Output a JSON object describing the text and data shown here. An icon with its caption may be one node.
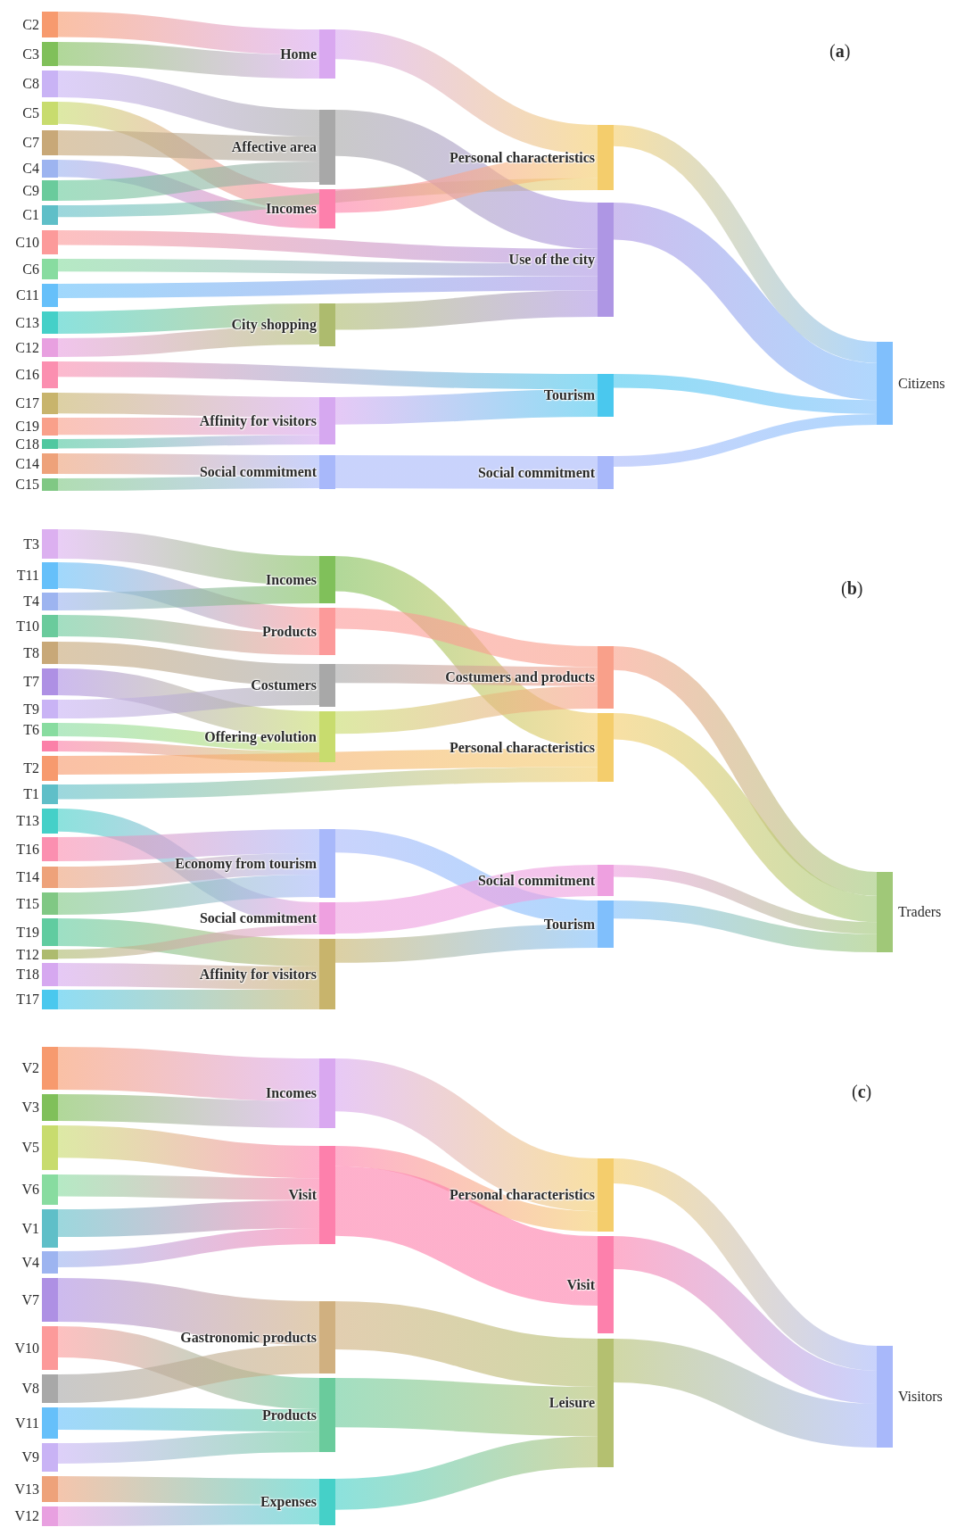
{
  "diagram": {
    "nodes": [
      {
        "text": [
          "C2"
        ]
      },
      {
        "text": [
          "C3"
        ]
      },
      {
        "text": [
          "C8"
        ]
      },
      {
        "text": [
          "C5"
        ]
      },
      {
        "text": [
          "C7"
        ]
      },
      {
        "text": [
          "C4"
        ]
      },
      {
        "text": [
          "C9"
        ]
      },
      {
        "text": [
          "C1"
        ]
      },
      {
        "text": [
          "C10"
        ]
      },
      {
        "text": [
          "C6"
        ]
      },
      {
        "text": [
          "C11"
        ]
      },
      {
        "text": [
          "C13"
        ]
      },
      {
        "text": [
          "C12"
        ]
      },
      {
        "text": [
          "C16"
        ]
      },
      {
        "text": [
          "C17"
        ]
      },
      {
        "text": [
          "C19"
        ]
      },
      {
        "text": [
          "C18"
        ]
      },
      {
        "text": [
          "C14"
        ]
      },
      {
        "text": [
          "C15"
        ]
      },
      {
        "text": [
          "Home"
        ]
      },
      {
        "text": [
          "Affective area"
        ]
      },
      {
        "text": [
          "Incomes"
        ]
      },
      {
        "text": [
          "City shopping"
        ]
      },
      {
        "text": [
          "Affinity for visitors"
        ]
      },
      {
        "text": [
          "Social commitment"
        ]
      },
      {
        "text": [
          "Personal characteristics"
        ]
      },
      {
        "text": [
          "Use of the city"
        ]
      },
      {
        "text": [
          "Tourism"
        ]
      },
      {
        "text": [
          "Social commitment"
        ]
      },
      {
        "text": [
          "Citizens"
        ]
      },
      {
        "text": [
          "T3"
        ]
      },
      {
        "text": [
          "T11"
        ]
      },
      {
        "text": [
          "T4"
        ]
      },
      {
        "text": [
          "T10"
        ]
      },
      {
        "text": [
          "T8"
        ]
      },
      {
        "text": [
          "T7"
        ]
      },
      {
        "text": [
          "T9"
        ]
      },
      {
        "text": [
          "T6"
        ]
      },
      {
        "text": [],
        "shape": "bar"
      },
      {
        "text": [
          "T2"
        ]
      },
      {
        "text": [
          "T1"
        ]
      },
      {
        "text": [
          "T13"
        ]
      },
      {
        "text": [
          "T16"
        ]
      },
      {
        "text": [
          "T14"
        ]
      },
      {
        "text": [
          "T15"
        ]
      },
      {
        "text": [
          "T19"
        ]
      },
      {
        "text": [
          "T12"
        ]
      },
      {
        "text": [
          "T18"
        ]
      },
      {
        "text": [
          "T17"
        ]
      },
      {
        "text": [
          "Incomes"
        ]
      },
      {
        "text": [
          "Products"
        ]
      },
      {
        "text": [
          "Costumers"
        ]
      },
      {
        "text": [
          "Offering evolution"
        ]
      },
      {
        "text": [
          "Economy from tourism"
        ]
      },
      {
        "text": [
          "Social commitment"
        ]
      },
      {
        "text": [
          "Affinity for visitors"
        ]
      },
      {
        "text": [
          "Costumers and products"
        ]
      },
      {
        "text": [
          "Personal characteristics"
        ]
      },
      {
        "text": [
          "Social commitment"
        ]
      },
      {
        "text": [
          "Tourism"
        ]
      },
      {
        "text": [
          "Traders"
        ]
      },
      {
        "text": [
          "V2"
        ]
      },
      {
        "text": [
          "V3"
        ]
      },
      {
        "text": [
          "V5"
        ]
      },
      {
        "text": [
          "V6"
        ]
      },
      {
        "text": [
          "V1"
        ]
      },
      {
        "text": [
          "V4"
        ]
      },
      {
        "text": [
          "V7"
        ]
      },
      {
        "text": [
          "V10"
        ]
      },
      {
        "text": [
          "V8"
        ]
      },
      {
        "text": [
          "V11"
        ]
      },
      {
        "text": [
          "V9"
        ]
      },
      {
        "text": [
          "V13"
        ]
      },
      {
        "text": [
          "V12"
        ]
      },
      {
        "text": [
          "Incomes"
        ]
      },
      {
        "text": [
          "Visit"
        ]
      },
      {
        "text": [
          "Gastronomic products"
        ]
      },
      {
        "text": [
          "Products"
        ]
      },
      {
        "text": [
          "Expenses"
        ]
      },
      {
        "text": [
          "Personal characteristics"
        ]
      },
      {
        "text": [
          "Visit"
        ]
      },
      {
        "text": [
          "Leisure"
        ]
      },
      {
        "text": [
          "Visitors"
        ]
      }
    ],
    "edges": [
      {
        "from": 0,
        "to": 19,
        "arrow": "none",
        "color": "#f79a6e"
      },
      {
        "from": 1,
        "to": 19,
        "arrow": "none",
        "color": "#80c05a"
      },
      {
        "from": 2,
        "to": 20,
        "arrow": "none",
        "color": "#c9b3f5"
      },
      {
        "from": 3,
        "to": 21,
        "arrow": "none",
        "color": "#c8dc6e"
      },
      {
        "from": 4,
        "to": 20,
        "arrow": "none",
        "color": "#c8a878"
      },
      {
        "from": 5,
        "to": 21,
        "arrow": "none",
        "color": "#9db4f0"
      },
      {
        "from": 6,
        "to": 20,
        "arrow": "none",
        "color": "#6acb9c"
      },
      {
        "from": 7,
        "to": 25,
        "arrow": "none",
        "color": "#5fbfc8"
      },
      {
        "from": 8,
        "to": 26,
        "arrow": "none",
        "color": "#fc9a9a"
      },
      {
        "from": 9,
        "to": 26,
        "arrow": "none",
        "color": "#88dca0"
      },
      {
        "from": 10,
        "to": 26,
        "arrow": "none",
        "color": "#66c0fa"
      },
      {
        "from": 11,
        "to": 22,
        "arrow": "none",
        "color": "#45d0c8"
      },
      {
        "from": 12,
        "to": 22,
        "arrow": "none",
        "color": "#e8a0e0"
      },
      {
        "from": 13,
        "to": 27,
        "arrow": "none",
        "color": "#fb8fb0"
      },
      {
        "from": 14,
        "to": 23,
        "arrow": "none",
        "color": "#c8b46c"
      },
      {
        "from": 15,
        "to": 23,
        "arrow": "none",
        "color": "#f9a08a"
      },
      {
        "from": 16,
        "to": 23,
        "arrow": "none",
        "color": "#50c8a0"
      },
      {
        "from": 17,
        "to": 24,
        "arrow": "none",
        "color": "#eea27a"
      },
      {
        "from": 18,
        "to": 24,
        "arrow": "none",
        "color": "#80c884"
      },
      {
        "from": 19,
        "to": 25,
        "arrow": "none",
        "color": "#d9a8f0"
      },
      {
        "from": 20,
        "to": 26,
        "arrow": "none",
        "color": "#a8a8a8"
      },
      {
        "from": 21,
        "to": 25,
        "arrow": "none",
        "color": "#fd80ac"
      },
      {
        "from": 22,
        "to": 26,
        "arrow": "none",
        "color": "#adbb6e"
      },
      {
        "from": 23,
        "to": 27,
        "arrow": "none",
        "color": "#d6a8f0"
      },
      {
        "from": 24,
        "to": 28,
        "arrow": "none",
        "color": "#a8b8fa"
      },
      {
        "from": 25,
        "to": 29,
        "arrow": "none",
        "color": "#f4cd6c"
      },
      {
        "from": 26,
        "to": 29,
        "arrow": "none",
        "color": "#ae96e4"
      },
      {
        "from": 27,
        "to": 29,
        "arrow": "none",
        "color": "#4ac8ee"
      },
      {
        "from": 28,
        "to": 29,
        "arrow": "none",
        "color": "#a8b8fa"
      },
      {
        "from": 30,
        "to": 49,
        "arrow": "none",
        "color": "#dcb0f0"
      },
      {
        "from": 31,
        "to": 50,
        "arrow": "none",
        "color": "#66c0fa"
      },
      {
        "from": 32,
        "to": 49,
        "arrow": "none",
        "color": "#9db4f0"
      },
      {
        "from": 33,
        "to": 50,
        "arrow": "none",
        "color": "#6acb9c"
      },
      {
        "from": 34,
        "to": 51,
        "arrow": "none",
        "color": "#c8a878"
      },
      {
        "from": 35,
        "to": 52,
        "arrow": "none",
        "color": "#ae90e4"
      },
      {
        "from": 36,
        "to": 51,
        "arrow": "none",
        "color": "#c9b3f5"
      },
      {
        "from": 37,
        "to": 52,
        "arrow": "none",
        "color": "#88dca0"
      },
      {
        "from": 38,
        "to": 52,
        "arrow": "none",
        "color": "#fb80a8"
      },
      {
        "from": 39,
        "to": 57,
        "arrow": "none",
        "color": "#f79a6e"
      },
      {
        "from": 40,
        "to": 57,
        "arrow": "none",
        "color": "#5fbfc8"
      },
      {
        "from": 41,
        "to": 54,
        "arrow": "none",
        "color": "#45d0c8"
      },
      {
        "from": 42,
        "to": 53,
        "arrow": "none",
        "color": "#fb8fb0"
      },
      {
        "from": 43,
        "to": 53,
        "arrow": "none",
        "color": "#eea27a"
      },
      {
        "from": 44,
        "to": 53,
        "arrow": "none",
        "color": "#80c884"
      },
      {
        "from": 45,
        "to": 55,
        "arrow": "none",
        "color": "#60cca0"
      },
      {
        "from": 46,
        "to": 54,
        "arrow": "none",
        "color": "#adbb6e"
      },
      {
        "from": 47,
        "to": 55,
        "arrow": "none",
        "color": "#d6a8f0"
      },
      {
        "from": 48,
        "to": 55,
        "arrow": "none",
        "color": "#4ac8ee"
      },
      {
        "from": 49,
        "to": 57,
        "arrow": "none",
        "color": "#80c05a"
      },
      {
        "from": 50,
        "to": 56,
        "arrow": "none",
        "color": "#fc9a9a"
      },
      {
        "from": 51,
        "to": 56,
        "arrow": "none",
        "color": "#a8a8a8"
      },
      {
        "from": 52,
        "to": 56,
        "arrow": "none",
        "color": "#c8dc6e"
      },
      {
        "from": 53,
        "to": 59,
        "arrow": "none",
        "color": "#a8b8fa"
      },
      {
        "from": 54,
        "to": 58,
        "arrow": "none",
        "color": "#eea0e0"
      },
      {
        "from": 55,
        "to": 59,
        "arrow": "none",
        "color": "#c8b46c"
      },
      {
        "from": 56,
        "to": 60,
        "arrow": "none",
        "color": "#f9a08a"
      },
      {
        "from": 57,
        "to": 60,
        "arrow": "none",
        "color": "#f4cd6c"
      },
      {
        "from": 58,
        "to": 60,
        "arrow": "none",
        "color": "#eea0e0"
      },
      {
        "from": 59,
        "to": 60,
        "arrow": "none",
        "color": "#80bffc"
      },
      {
        "from": 61,
        "to": 74,
        "arrow": "none",
        "color": "#f79a6e"
      },
      {
        "from": 62,
        "to": 74,
        "arrow": "none",
        "color": "#80c05a"
      },
      {
        "from": 63,
        "to": 75,
        "arrow": "none",
        "color": "#c8dc6e"
      },
      {
        "from": 64,
        "to": 75,
        "arrow": "none",
        "color": "#88dca0"
      },
      {
        "from": 65,
        "to": 75,
        "arrow": "none",
        "color": "#5fbfc8"
      },
      {
        "from": 66,
        "to": 75,
        "arrow": "none",
        "color": "#9db4f0"
      },
      {
        "from": 67,
        "to": 76,
        "arrow": "none",
        "color": "#ae90e4"
      },
      {
        "from": 68,
        "to": 77,
        "arrow": "none",
        "color": "#fc9a9a"
      },
      {
        "from": 69,
        "to": 76,
        "arrow": "none",
        "color": "#a8a8a8"
      },
      {
        "from": 70,
        "to": 77,
        "arrow": "none",
        "color": "#66c0fa"
      },
      {
        "from": 71,
        "to": 77,
        "arrow": "none",
        "color": "#c9b3f5"
      },
      {
        "from": 72,
        "to": 78,
        "arrow": "none",
        "color": "#eea27a"
      },
      {
        "from": 73,
        "to": 78,
        "arrow": "none",
        "color": "#e8a0e0"
      },
      {
        "from": 74,
        "to": 79,
        "arrow": "none",
        "color": "#d9a8f0"
      },
      {
        "from": 75,
        "to": 79,
        "arrow": "none",
        "color": "#fd80ac"
      },
      {
        "from": 75,
        "to": 80,
        "arrow": "none",
        "color": "#fd80ac"
      },
      {
        "from": 76,
        "to": 81,
        "arrow": "none",
        "color": "#d0b080"
      },
      {
        "from": 77,
        "to": 81,
        "arrow": "none",
        "color": "#6acb9c"
      },
      {
        "from": 78,
        "to": 81,
        "arrow": "none",
        "color": "#45d0c8"
      },
      {
        "from": 79,
        "to": 82,
        "arrow": "none",
        "color": "#f4cd6c"
      },
      {
        "from": 80,
        "to": 82,
        "arrow": "none",
        "color": "#fd80ac"
      },
      {
        "from": 81,
        "to": 82,
        "arrow": "none",
        "color": "#b4c070"
      }
    ],
    "labels": [
      "(**a**)",
      "(**b**)",
      "(**c**)"
    ]
  }
}
